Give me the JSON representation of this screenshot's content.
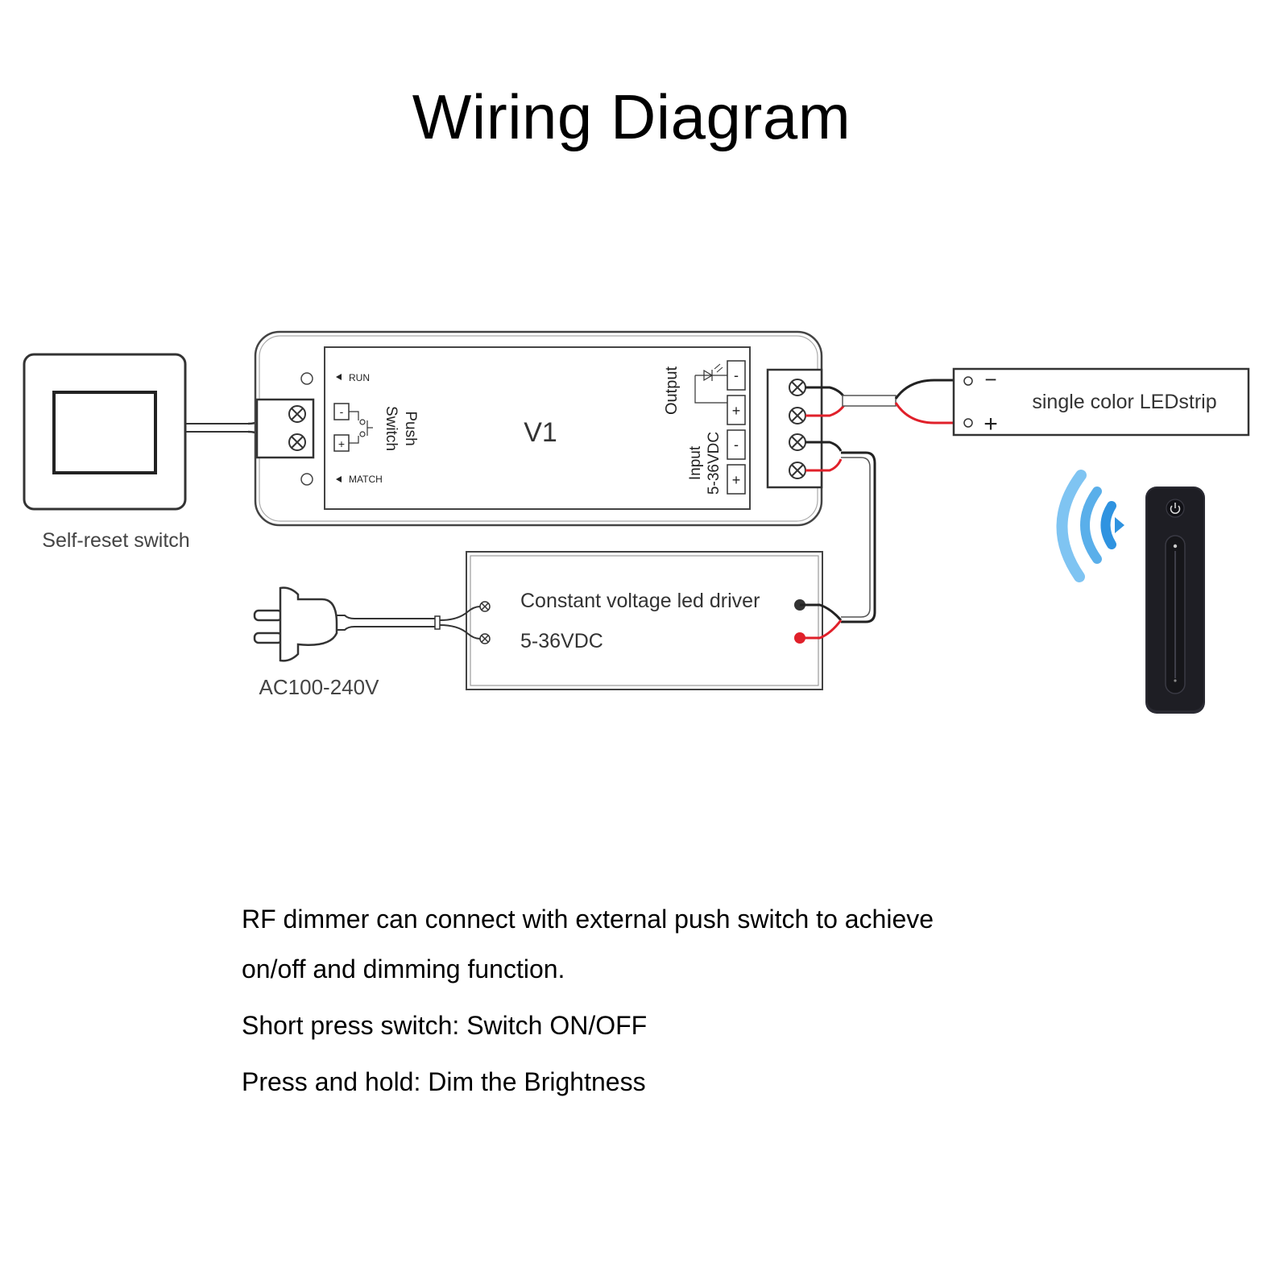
{
  "title": "Wiring Diagram",
  "colors": {
    "line": "#333333",
    "wire_red": "#e0202a",
    "signal_blue": "#2f93e0",
    "signal_light": "#7fc4f2",
    "remote_body": "#1e1e24"
  },
  "diagram": {
    "switch": {
      "label": "Self-reset switch"
    },
    "controller": {
      "model": "V1",
      "run_label": "RUN",
      "match_label": "MATCH",
      "push_switch_label_line1": "Push",
      "push_switch_label_line2": "Switch",
      "output_label": "Output",
      "input_label_line1": "Input",
      "input_label_line2": "5-36VDC",
      "minus": "-",
      "plus": "+"
    },
    "led_strip": {
      "label": "single color LEDstrip",
      "minus_symbol": "−",
      "plus_symbol": "+"
    },
    "driver": {
      "label_line1": "Constant voltage led driver",
      "label_line2": "5-36VDC"
    },
    "plug": {
      "label": "AC100-240V"
    },
    "remote": {
      "icon": "power-icon"
    }
  },
  "description": {
    "line1": "RF dimmer can connect with external push switch to achieve",
    "line2": "on/off and dimming function.",
    "line3": "Short press switch: Switch ON/OFF",
    "line4": "Press and hold: Dim the Brightness"
  }
}
